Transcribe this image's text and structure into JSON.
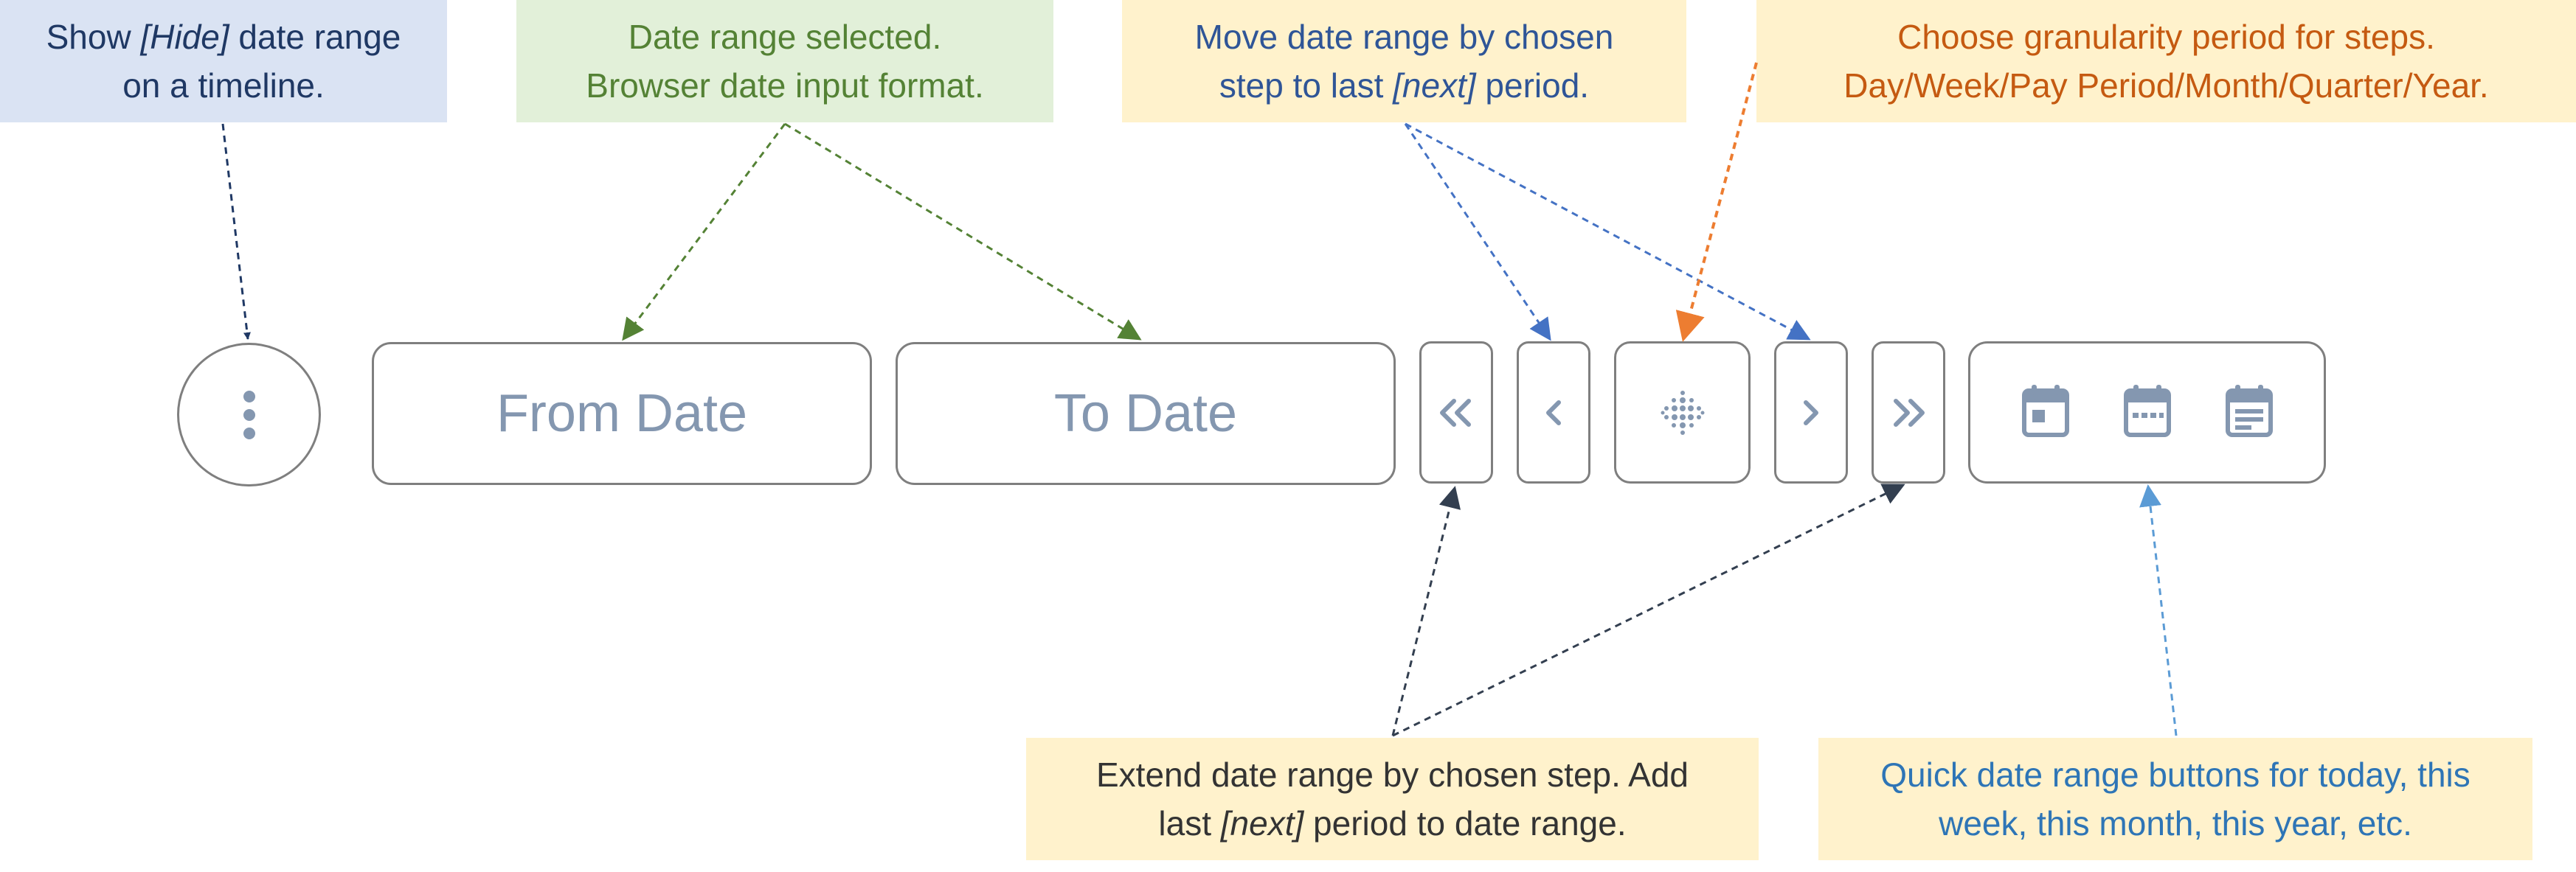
{
  "annotations": {
    "timeline": {
      "l1_pre": "Show ",
      "l1_em": "[Hide]",
      "l1_post": " date range",
      "l2": "on a timeline.",
      "color": "#1f3864",
      "bg": "#dae3f3"
    },
    "date_range": {
      "l1": "Date range selected.",
      "l2": "Browser date input format.",
      "color": "#548235",
      "bg": "#e2f0d9"
    },
    "move": {
      "l1": "Move date range by chosen",
      "l2_pre": "step to last ",
      "l2_em": "[next]",
      "l2_post": " period.",
      "color": "#2f5597",
      "bg": "#fff2cc"
    },
    "granularity": {
      "l1": "Choose granularity period for steps.",
      "l2": "Day/Week/Pay Period/Month/Quarter/Year.",
      "color": "#c55a11",
      "bg": "#fff2cc"
    },
    "extend": {
      "l1": "Extend date range by chosen step. Add",
      "l2_pre": "last ",
      "l2_em": "[next]",
      "l2_post": " period to date range.",
      "color": "#333333",
      "bg": "#fff2cc"
    },
    "quick": {
      "l1": "Quick date range buttons for today, this",
      "l2": "week, this month, this year, etc.",
      "color": "#2e75b6",
      "bg": "#fff2cc"
    }
  },
  "controls": {
    "from_date": {
      "placeholder": "From Date"
    },
    "to_date": {
      "placeholder": "To Date"
    },
    "icons": {
      "menu": "vertical-dots-icon",
      "extend_back": "double-chevron-left-icon",
      "step_back": "chevron-left-icon",
      "granularity": "dot-grid-icon",
      "step_forward": "chevron-right-icon",
      "extend_forward": "double-chevron-right-icon",
      "today": "calendar-today-icon",
      "week": "calendar-week-icon",
      "month": "calendar-month-icon"
    }
  },
  "colors": {
    "control_border": "#7f7f7f",
    "control_glyph": "#8497b0",
    "arrow_navy": "#1f3864",
    "arrow_green": "#548235",
    "arrow_blue": "#4472c4",
    "arrow_orange": "#ed7d31",
    "arrow_dark": "#333f50",
    "arrow_light_blue": "#5b9bd5"
  }
}
